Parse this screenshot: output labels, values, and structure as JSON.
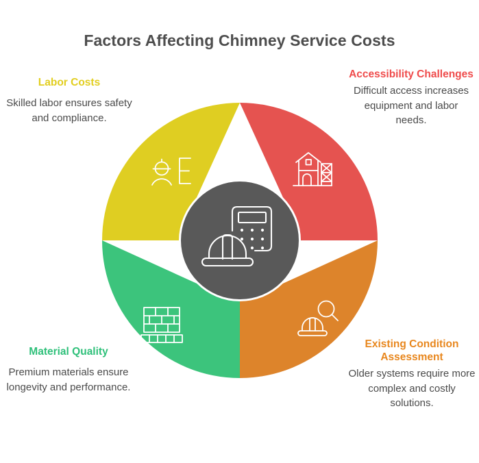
{
  "title": "Factors Affecting Chimney Service Costs",
  "center": {
    "icon": "hardhat-calculator-icon",
    "color": "#595959"
  },
  "segments": [
    {
      "id": "labor-costs",
      "title": "Labor Costs",
      "description": "Skilled labor ensures safety and compliance.",
      "color": "#DFCE22",
      "icon": "worker-hardhat-checklist-icon",
      "position": "top-left"
    },
    {
      "id": "accessibility-challenges",
      "title": "Accessibility Challenges",
      "description": "Difficult access increases equipment and labor needs.",
      "color": "#E55350",
      "icon": "house-scaffolding-icon",
      "position": "top-right"
    },
    {
      "id": "material-quality",
      "title": "Material Quality",
      "description": "Premium materials ensure longevity and performance.",
      "color": "#3CC47C",
      "icon": "brick-wall-icon",
      "position": "bottom-left"
    },
    {
      "id": "existing-condition-assessment",
      "title": "Existing Condition Assessment",
      "description": "Older systems require more complex and costly solutions.",
      "color": "#DD842B",
      "icon": "hardhat-magnifier-icon",
      "position": "bottom-right"
    }
  ],
  "colors": {
    "background": "#FFFFFF",
    "title_text": "#4D4D4D",
    "body_text": "#4A4A4A",
    "hub": "#595959",
    "yellow": "#DFCE22",
    "red": "#E55350",
    "green": "#3CC47C",
    "orange": "#DD842B"
  }
}
